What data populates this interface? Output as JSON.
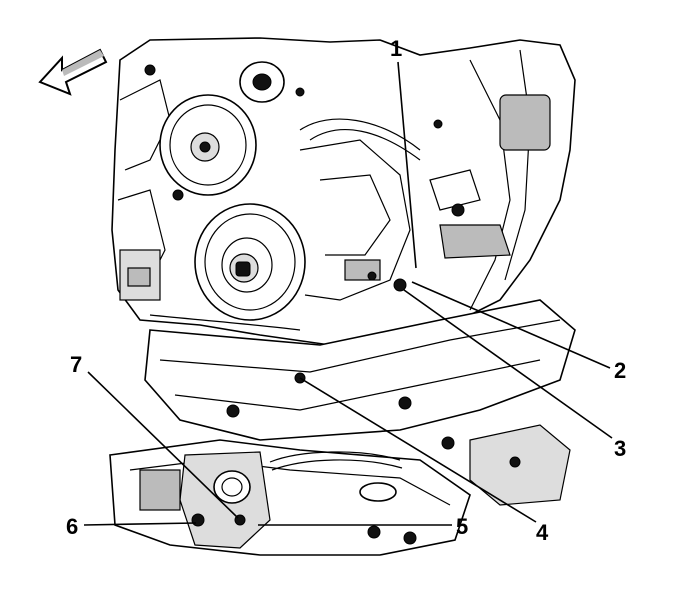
{
  "callouts": [
    {
      "id": "1",
      "label": "1"
    },
    {
      "id": "2",
      "label": "2"
    },
    {
      "id": "3",
      "label": "3"
    },
    {
      "id": "4",
      "label": "4"
    },
    {
      "id": "5",
      "label": "5"
    },
    {
      "id": "6",
      "label": "6"
    },
    {
      "id": "7",
      "label": "7"
    }
  ],
  "icons": {
    "direction_arrow": "front-direction-arrow-icon"
  }
}
